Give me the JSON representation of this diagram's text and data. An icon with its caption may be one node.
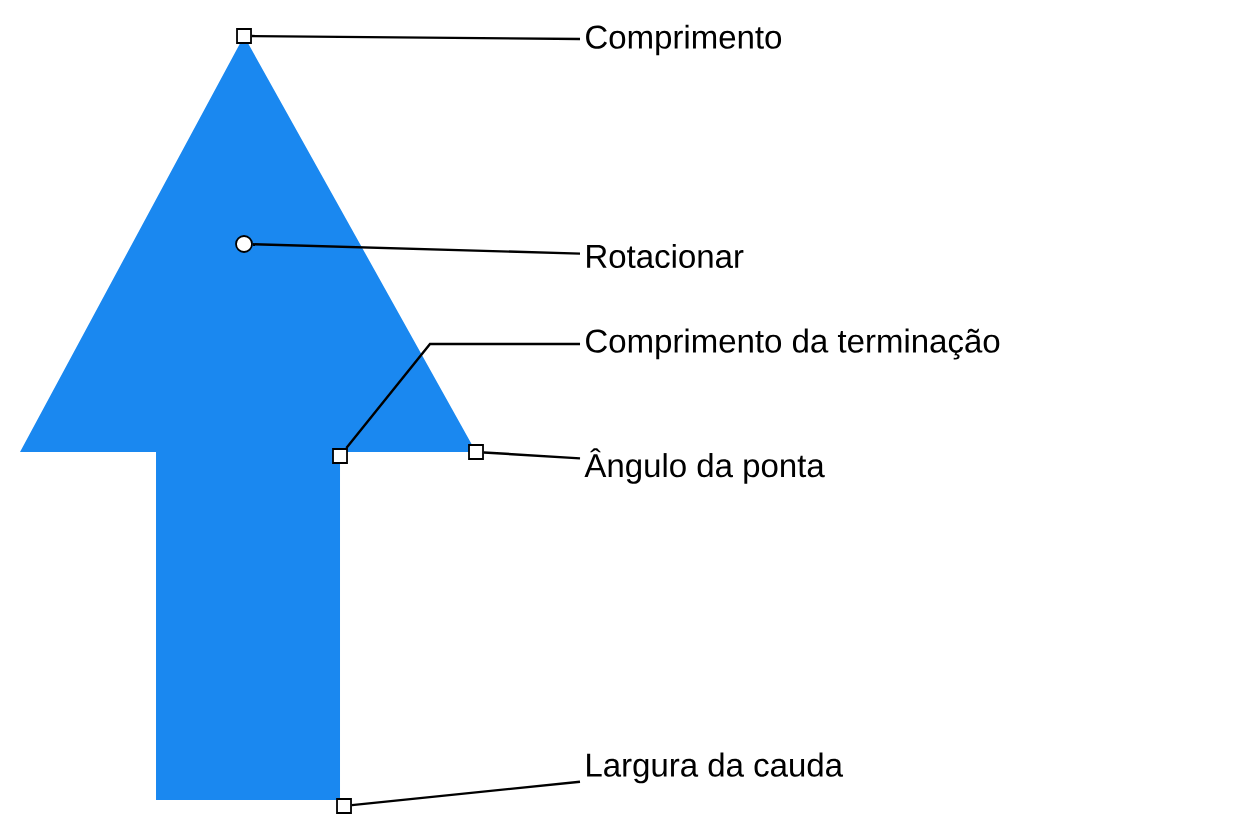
{
  "diagram": {
    "nodes": [
      {
        "text": [
          "Comprimento"
        ]
      },
      {
        "text": [],
        "shape": "box"
      },
      {
        "text": [
          "Rotacionar"
        ]
      },
      {
        "text": [],
        "shape": "circle"
      },
      {
        "text": [
          "Comprimento da terminação"
        ]
      },
      {
        "text": [],
        "shape": "box"
      },
      {
        "text": [
          "Ângulo da ponta"
        ]
      },
      {
        "text": [],
        "shape": "box"
      },
      {
        "text": [
          "Largura da cauda"
        ]
      },
      {
        "text": [],
        "shape": "box"
      }
    ],
    "edges": [
      {
        "from": 0,
        "to": 1,
        "arrow": "none"
      },
      {
        "from": 2,
        "to": 3,
        "arrow": "none"
      },
      {
        "from": 4,
        "to": 5,
        "arrow": "none"
      },
      {
        "from": 6,
        "to": 7,
        "arrow": "none"
      },
      {
        "from": 8,
        "to": 9,
        "arrow": "none"
      }
    ]
  }
}
